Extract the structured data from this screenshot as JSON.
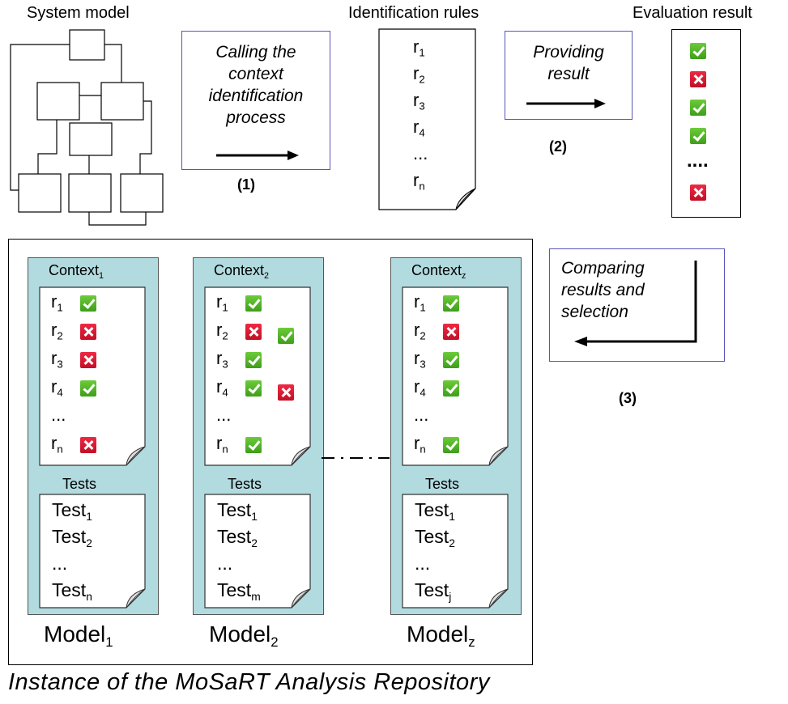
{
  "top": {
    "system_model_title": "System model",
    "identification_rules_title": "Identification rules",
    "evaluation_result_title": "Evaluation result",
    "step1": {
      "text_lines": [
        "Calling the",
        "context",
        "identification",
        "process"
      ],
      "label": "(1)"
    },
    "step2": {
      "text_lines": [
        "Providing",
        "result"
      ],
      "label": "(2)"
    },
    "step3": {
      "text_lines": [
        "Comparing",
        "results  and",
        "selection"
      ],
      "label": "(3)"
    },
    "rules": [
      {
        "base": "r",
        "sub": "1"
      },
      {
        "base": "r",
        "sub": "2"
      },
      {
        "base": "r",
        "sub": "3"
      },
      {
        "base": "r",
        "sub": "4"
      },
      {
        "base": "...",
        "sub": ""
      },
      {
        "base": "r",
        "sub": "n"
      }
    ],
    "evaluation": [
      "check",
      "cross",
      "check",
      "check",
      "....",
      "cross"
    ]
  },
  "repository": {
    "caption": "Instance of the MoSaRT Analysis Repository",
    "connector": "· – ·",
    "models": [
      {
        "context_label": "Context",
        "context_sub": "1",
        "rules": [
          {
            "base": "r",
            "sub": "1",
            "marks": [
              "check"
            ]
          },
          {
            "base": "r",
            "sub": "2",
            "marks": [
              "cross"
            ]
          },
          {
            "base": "r",
            "sub": "3",
            "marks": [
              "cross"
            ]
          },
          {
            "base": "r",
            "sub": "4",
            "marks": [
              "check"
            ]
          },
          {
            "base": "...",
            "sub": "",
            "marks": []
          },
          {
            "base": "r",
            "sub": "n",
            "marks": [
              "cross"
            ]
          }
        ],
        "tests_label": "Tests",
        "tests": [
          {
            "base": "Test",
            "sub": "1"
          },
          {
            "base": "Test",
            "sub": "2"
          },
          {
            "base": "...",
            "sub": ""
          },
          {
            "base": "Test",
            "sub": "n"
          }
        ],
        "model_label": "Model",
        "model_sub": "1"
      },
      {
        "context_label": "Context",
        "context_sub": "2",
        "rules": [
          {
            "base": "r",
            "sub": "1",
            "marks": [
              "check"
            ]
          },
          {
            "base": "r",
            "sub": "2",
            "marks": [
              "cross",
              "check"
            ]
          },
          {
            "base": "r",
            "sub": "3",
            "marks": [
              "check"
            ]
          },
          {
            "base": "r",
            "sub": "4",
            "marks": [
              "check",
              "cross"
            ]
          },
          {
            "base": "...",
            "sub": "",
            "marks": []
          },
          {
            "base": "r",
            "sub": "n",
            "marks": [
              "check"
            ]
          }
        ],
        "tests_label": "Tests",
        "tests": [
          {
            "base": "Test",
            "sub": "1"
          },
          {
            "base": "Test",
            "sub": "2"
          },
          {
            "base": "...",
            "sub": ""
          },
          {
            "base": "Test",
            "sub": "m"
          }
        ],
        "model_label": "Model",
        "model_sub": "2"
      },
      {
        "context_label": "Context",
        "context_sub": "z",
        "rules": [
          {
            "base": "r",
            "sub": "1",
            "marks": [
              "check"
            ]
          },
          {
            "base": "r",
            "sub": "2",
            "marks": [
              "cross"
            ]
          },
          {
            "base": "r",
            "sub": "3",
            "marks": [
              "check"
            ]
          },
          {
            "base": "r",
            "sub": "4",
            "marks": [
              "check"
            ]
          },
          {
            "base": "...",
            "sub": "",
            "marks": []
          },
          {
            "base": "r",
            "sub": "n",
            "marks": [
              "check"
            ]
          }
        ],
        "tests_label": "Tests",
        "tests": [
          {
            "base": "Test",
            "sub": "1"
          },
          {
            "base": "Test",
            "sub": "2"
          },
          {
            "base": "...",
            "sub": ""
          },
          {
            "base": "Test",
            "sub": "j"
          }
        ],
        "model_label": "Model",
        "model_sub": "z"
      }
    ]
  },
  "colors": {
    "check": "#4caf28",
    "cross": "#d6152e",
    "panel": "#b2dbe0",
    "callout_border": "#5a55b8"
  }
}
